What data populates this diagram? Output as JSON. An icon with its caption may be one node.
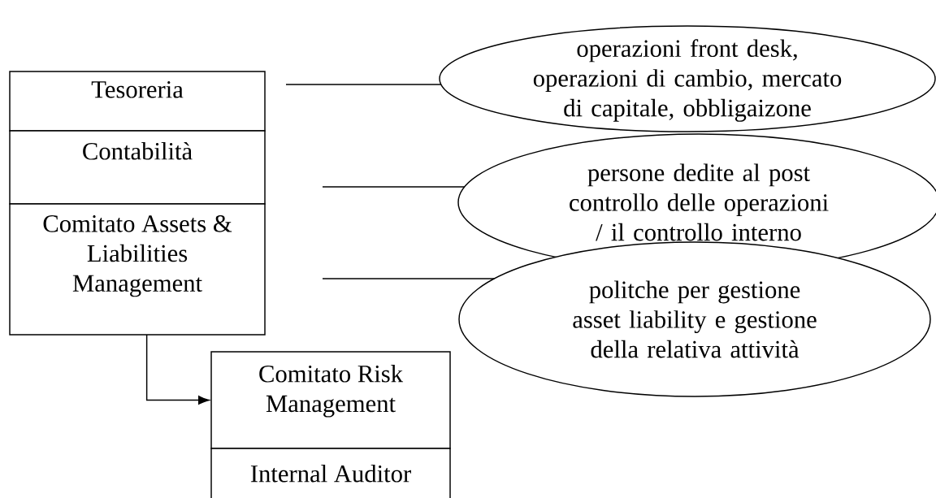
{
  "diagram": {
    "nodes": [
      {
        "text": [
          "Tesoreria"
        ]
      },
      {
        "text": [
          "Contabilità"
        ]
      },
      {
        "text": [
          "Comitato Assets & Liabilities Management"
        ]
      },
      {
        "text": [
          "operazioni front desk, operazioni di cambio, mercato di capitale, obbligaizone"
        ]
      },
      {
        "text": [
          "persone dedite al post controllo delle operazioni / il controllo interno"
        ]
      },
      {
        "text": [
          "politche per gestione asset liability e gestione della relativa attività"
        ]
      },
      {
        "text": [
          "Comitato Risk Management"
        ]
      },
      {
        "text": [
          "Internal Auditor"
        ]
      }
    ],
    "edges": [
      {
        "from": null,
        "to": 3,
        "arrow": "none"
      },
      {
        "from": null,
        "to": 4,
        "arrow": "none"
      },
      {
        "from": null,
        "to": 5,
        "arrow": "none"
      },
      {
        "from": 2,
        "to": 6,
        "arrow": "to"
      }
    ]
  }
}
